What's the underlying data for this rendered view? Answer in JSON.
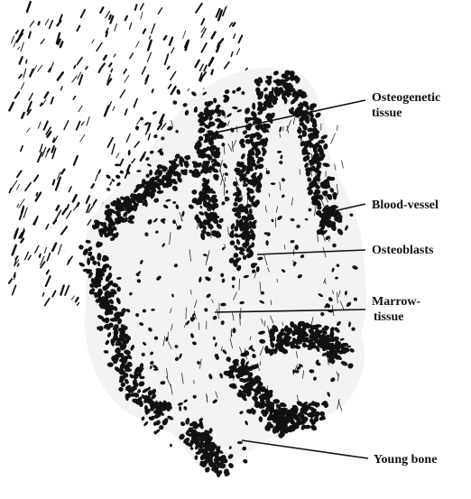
{
  "figure": {
    "labels": {
      "osteogenetic_line1": "Osteogenetic",
      "osteogenetic_line2": "tissue",
      "blood_vessel": "Blood-vessel",
      "osteoblasts": "Osteoblasts",
      "marrow_line1": "Marrow-",
      "marrow_line2": "tissue",
      "young_bone": "Young bone"
    },
    "colors": {
      "ink": "#111111",
      "background": "#ffffff"
    }
  }
}
